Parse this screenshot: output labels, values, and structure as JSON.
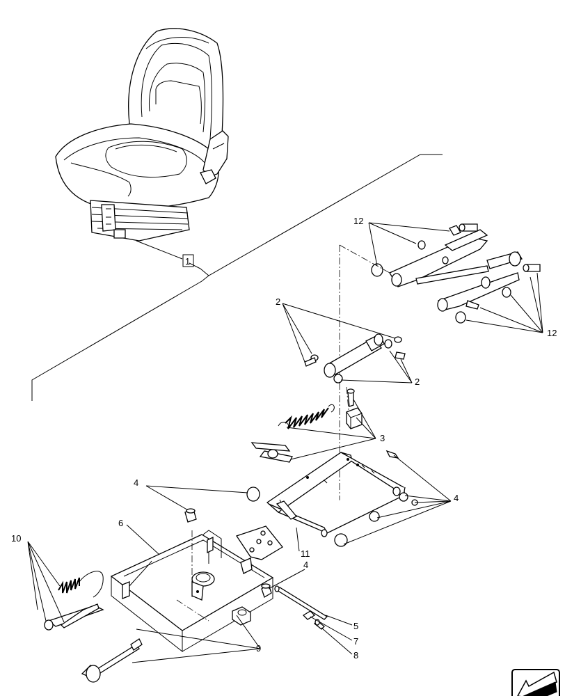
{
  "callouts": {
    "c1": "1",
    "c2a": "2",
    "c2b": "2",
    "c3": "3",
    "c4a": "4",
    "c4b": "4",
    "c4c": "4",
    "c5": "5",
    "c6": "6",
    "c7": "7",
    "c8": "8",
    "c9": "9",
    "c10": "10",
    "c11": "11",
    "c12a": "12",
    "c12b": "12"
  },
  "icons": {
    "corner": "direction-arrow-icon"
  }
}
